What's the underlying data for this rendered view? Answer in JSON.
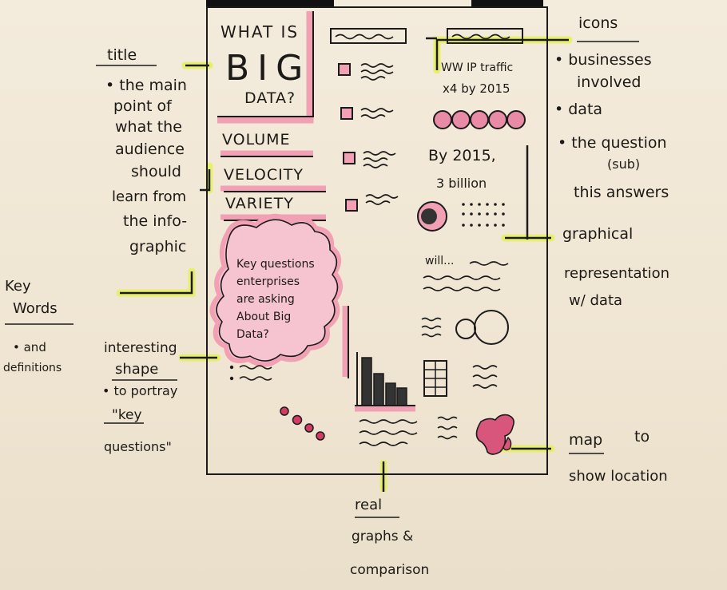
{
  "colors": {
    "paper": "#efe6d4",
    "ink": "#1b1b1b",
    "pink": "#f2a0b4",
    "highlighter": "#e6f060"
  },
  "infographic": {
    "title_lines": [
      "WHAT IS",
      "BIG",
      "DATA?"
    ],
    "keywords": [
      "VOLUME",
      "VELOCITY",
      "VARIETY"
    ],
    "cloud_text": [
      "Key questions",
      "enterprises",
      "are asking",
      "About Big",
      "Data?"
    ],
    "stat_line1": "WW IP traffic",
    "stat_line2": "x4 by 2015",
    "stat_line3": "By 2015,",
    "stat_line4": "3 billion",
    "stat_line5": "will..."
  },
  "annotations": {
    "title_label": "title",
    "title_desc": [
      "• the main",
      "point of",
      "what the",
      "audience",
      "should",
      "learn from",
      "the info-",
      "graphic"
    ],
    "keywords_label": [
      "Key",
      "Words"
    ],
    "keywords_desc": [
      "• and",
      "definitions"
    ],
    "shape_lines": [
      "interesting",
      "shape",
      "• to portray",
      "\"key",
      "questions\""
    ],
    "icons_label": "icons",
    "icons_desc": [
      "• businesses",
      "involved",
      "• data",
      "• the question",
      "(sub)",
      "this answers"
    ],
    "graphical_label": [
      "graphical",
      "representation",
      "w/ data"
    ],
    "map_label": [
      "map",
      "to",
      "show location"
    ],
    "bottom_label": [
      "real",
      "graphs &",
      "comparison"
    ]
  }
}
